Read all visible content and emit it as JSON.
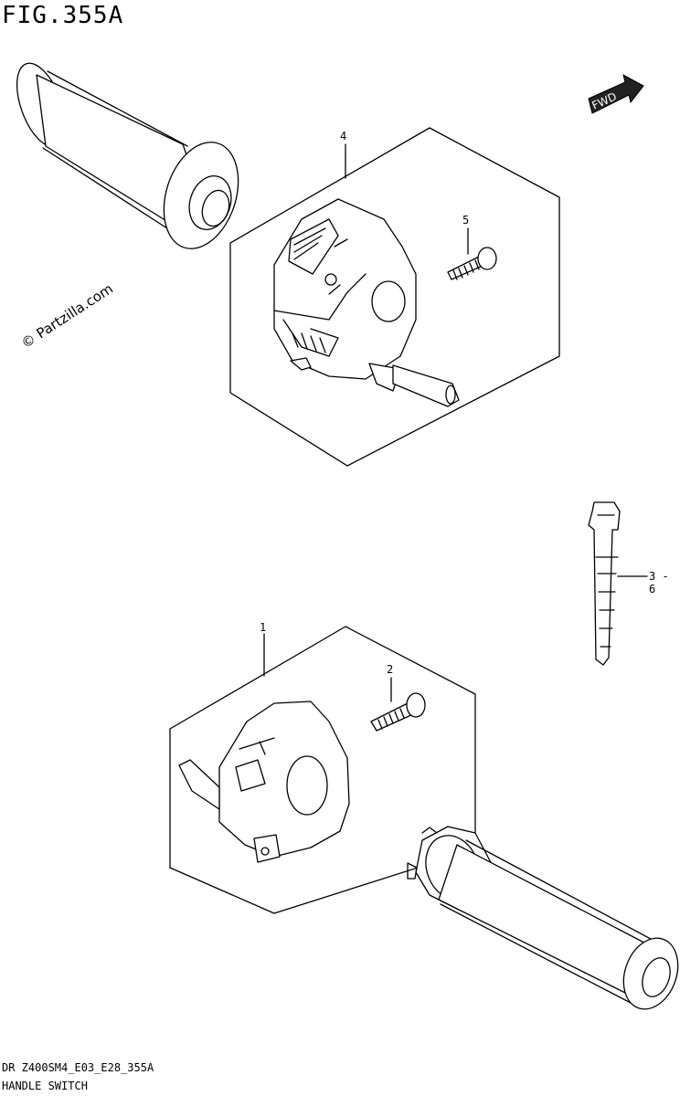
{
  "figure": {
    "title": "FIG.355A",
    "code": "DR Z400SM4_E03_E28_355A",
    "name": "HANDLE SWITCH"
  },
  "watermark": "© Partzilla.com",
  "fwd_label": "FWD",
  "callouts": [
    {
      "id": "4",
      "label": "4"
    },
    {
      "id": "5",
      "label": "5"
    },
    {
      "id": "1",
      "label": "1"
    },
    {
      "id": "2",
      "label": "2"
    },
    {
      "id": "3-6",
      "label": "3 - 6"
    }
  ],
  "parts": [
    {
      "ref": "1",
      "name": "handle-switch-left"
    },
    {
      "ref": "2",
      "name": "screw"
    },
    {
      "ref": "3-6",
      "name": "clamp"
    },
    {
      "ref": "4",
      "name": "handle-switch-right"
    },
    {
      "ref": "5",
      "name": "screw"
    }
  ],
  "icons": [
    "fwd-arrow-icon"
  ]
}
